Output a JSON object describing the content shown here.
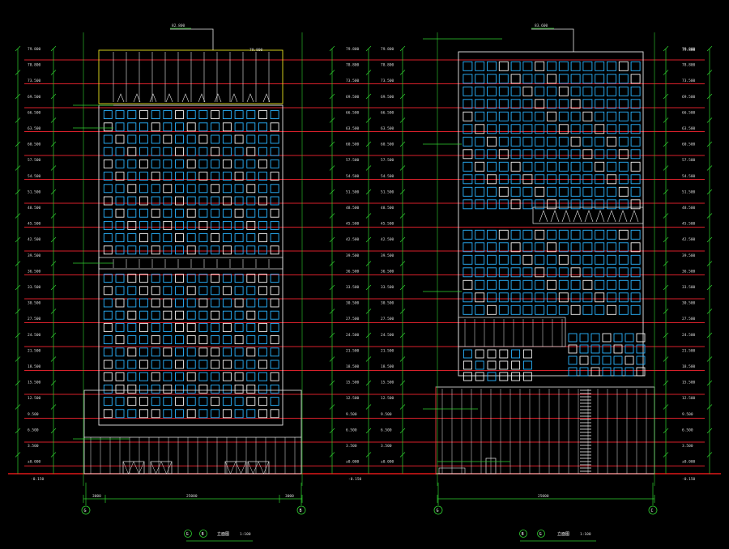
{
  "drawing": {
    "background": "#000000",
    "colors": {
      "floor_line": "#d8202a",
      "dimension": "#2fd12f",
      "outline": "#e8e8e8",
      "window_cyan": "#2ab4ff",
      "window_white": "#f2f2f2",
      "frame_yellow": "#e8e020",
      "axis_circle": "#2fd12f",
      "ground": "#e01818"
    },
    "elevations": [
      {
        "id": "left",
        "top_label": "82.800",
        "parapet_label": "79.800",
        "level_labels": [
          "79.800",
          "78.800",
          "73.500",
          "69.500",
          "66.500",
          "63.500",
          "60.500",
          "57.500",
          "54.500",
          "51.500",
          "48.500",
          "45.500",
          "42.500",
          "39.500",
          "36.500",
          "33.500",
          "30.500",
          "27.500",
          "24.500",
          "21.500",
          "18.500",
          "15.500",
          "12.500",
          "9.500",
          "6.500",
          "3.500",
          "±0.000"
        ],
        "ground_label": "-0.150",
        "total_width": "25000",
        "seg_left": "3000",
        "seg_right": "3000",
        "axis_left": "G",
        "axis_right": "B",
        "title_axes": [
          "G",
          "B"
        ],
        "title": "立面图",
        "scale": "1:100"
      },
      {
        "id": "right",
        "top_label": "83.600",
        "parapet_label": "79.800",
        "level_labels": [
          "79.800",
          "78.800",
          "73.500",
          "69.500",
          "66.500",
          "63.500",
          "60.500",
          "57.500",
          "54.500",
          "51.500",
          "48.500",
          "45.500",
          "42.500",
          "39.500",
          "36.500",
          "33.500",
          "30.500",
          "27.500",
          "24.500",
          "21.500",
          "18.500",
          "15.500",
          "12.500",
          "9.500",
          "6.500",
          "3.500",
          "±0.000"
        ],
        "ground_label": "-0.150",
        "total_width": "25000",
        "axis_left": "G",
        "axis_right": "C",
        "title_axes": [
          "B",
          "G"
        ],
        "title": "立面图",
        "scale": "1:100"
      }
    ]
  }
}
